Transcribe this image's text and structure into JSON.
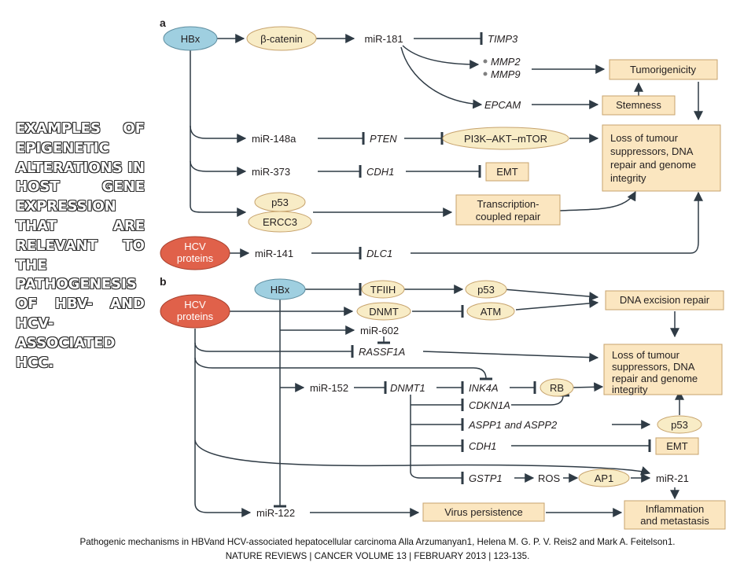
{
  "title": "EXAMPLES OF EPIGENETIC ALTERATIONS IN HOST GENE EXPRESSION THAT ARE RELEVANT TO THE PATHOGENESIS OF HBV- AND HCV-ASSOCIATED HCC.",
  "citation": {
    "line1": "Pathogenic mechanisms in HBVand HCV-associated hepatocellular carcinoma Alla Arzumanyan1, Helena M. G. P. V. Reis2 and Mark A. Feitelson1.",
    "line2": "NATURE REVIEWS | CANCER VOLUME 13 | FEBRUARY 2013 | 123-135."
  },
  "colors": {
    "hbx_fill": "#9fcfe0",
    "hcv_fill": "#e0614a",
    "oval_fill": "#f8ecc6",
    "box_fill": "#fbe6c0",
    "box_stroke": "#c7a36d",
    "line": "#2f3b45"
  },
  "panel_a": {
    "letter": "a",
    "hbx": "HBx",
    "beta_catenin": "β-catenin",
    "mir181": "miR-181",
    "timp3": "TIMP3",
    "mmp2": "MMP2",
    "mmp9": "MMP9",
    "epcam": "EPCAM",
    "tumorigenicity": "Tumorigenicity",
    "stemness": "Stemness",
    "mir148a": "miR-148a",
    "pten": "PTEN",
    "pi3k": "PI3K–AKT–mTOR",
    "loss_l1": "Loss of tumour",
    "loss_l2": "suppressors, DNA",
    "loss_l3": "repair and genome",
    "loss_l4": "integrity",
    "mir373": "miR-373",
    "cdh1": "CDH1",
    "emt": "EMT",
    "p53": "p53",
    "ercc3": "ERCC3",
    "tcr_l1": "Transcription-",
    "tcr_l2": "coupled repair",
    "hcv_l1": "HCV",
    "hcv_l2": "proteins",
    "mir141": "miR-141",
    "dlc1": "DLC1"
  },
  "panel_b": {
    "letter": "b",
    "hbx": "HBx",
    "hcv_l1": "HCV",
    "hcv_l2": "proteins",
    "tfiih": "TFIIH",
    "p53_top": "p53",
    "dnmt": "DNMT",
    "atm": "ATM",
    "der": "DNA excision repair",
    "mir602": "miR-602",
    "rassf1a": "RASSF1A",
    "loss_l1": "Loss of tumour",
    "loss_l2": "suppressors, DNA",
    "loss_l3": "repair and genome",
    "loss_l4": "integrity",
    "mir152": "miR-152",
    "dnmt1": "DNMT1",
    "ink4a": "INK4A",
    "rb": "RB",
    "cdkn1a": "CDKN1A",
    "aspp": "ASPP1 and ASPP2",
    "p53_low": "p53",
    "cdh1": "CDH1",
    "emt": "EMT",
    "gstp1": "GSTP1",
    "ros": "ROS",
    "ap1": "AP1",
    "mir21": "miR-21",
    "mir122": "miR-122",
    "virus": "Virus persistence",
    "infl_l1": "Inflammation",
    "infl_l2": "and metastasis"
  }
}
